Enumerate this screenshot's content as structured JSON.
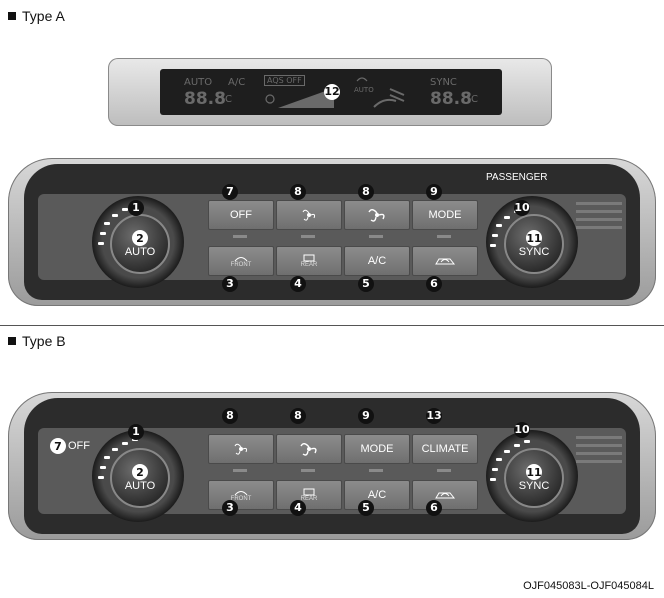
{
  "sections": {
    "type_a": "Type A",
    "type_b": "Type B"
  },
  "display": {
    "auto": "AUTO",
    "ac": "A/C",
    "temp_left": "88.8",
    "temp_unit": "°C",
    "aqs_off": "AQS OFF",
    "auto_small": "AUTO",
    "sync": "SYNC",
    "temp_right": "88.8"
  },
  "panel_a": {
    "passenger": "PASSENGER",
    "off": "OFF",
    "mode": "MODE",
    "ac": "A/C",
    "front": "FRONT",
    "rear": "REAR",
    "auto": "AUTO",
    "sync": "SYNC"
  },
  "panel_b": {
    "off": "OFF",
    "mode": "MODE",
    "climate": "CLIMATE",
    "ac": "A/C",
    "front": "FRONT",
    "rear": "REAR",
    "auto": "AUTO",
    "sync": "SYNC"
  },
  "callouts": {
    "n1": "1",
    "n2": "2",
    "n3": "3",
    "n4": "4",
    "n5": "5",
    "n6": "6",
    "n7": "7",
    "n8": "8",
    "n9": "9",
    "n10": "10",
    "n11": "11",
    "n12": "12",
    "n13": "13"
  },
  "caption": "OJF045083L-OJF045084L",
  "icons": [
    "fan-low-icon",
    "fan-high-icon",
    "front-defrost-icon",
    "rear-defrost-icon",
    "recirculation-icon",
    "vent-direction-icon"
  ]
}
